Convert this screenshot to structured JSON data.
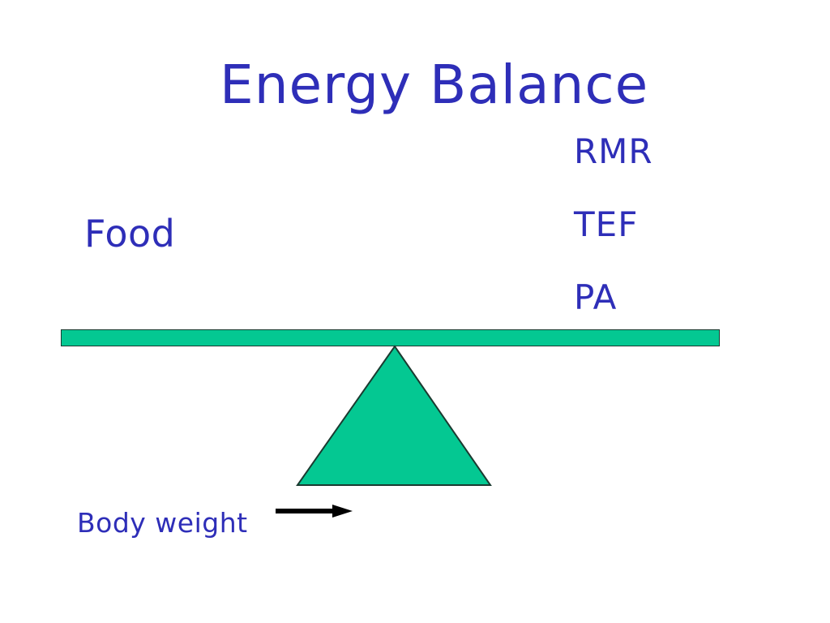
{
  "slide": {
    "title": "Energy Balance",
    "background_color": "#FFFFFF",
    "text_color": "#2E2EB8",
    "accent_color": "#04C892",
    "outline_color": "#1B3A30",
    "arrow_color": "#000000"
  },
  "labels": {
    "intake": "Food",
    "expenditure": [
      "RMR",
      "TEF",
      "PA"
    ],
    "outcome": "Body weight"
  },
  "diagram": {
    "beam_name": "balance-beam",
    "fulcrum_name": "fulcrum-triangle",
    "arrow_name": "trend-arrow-right"
  }
}
